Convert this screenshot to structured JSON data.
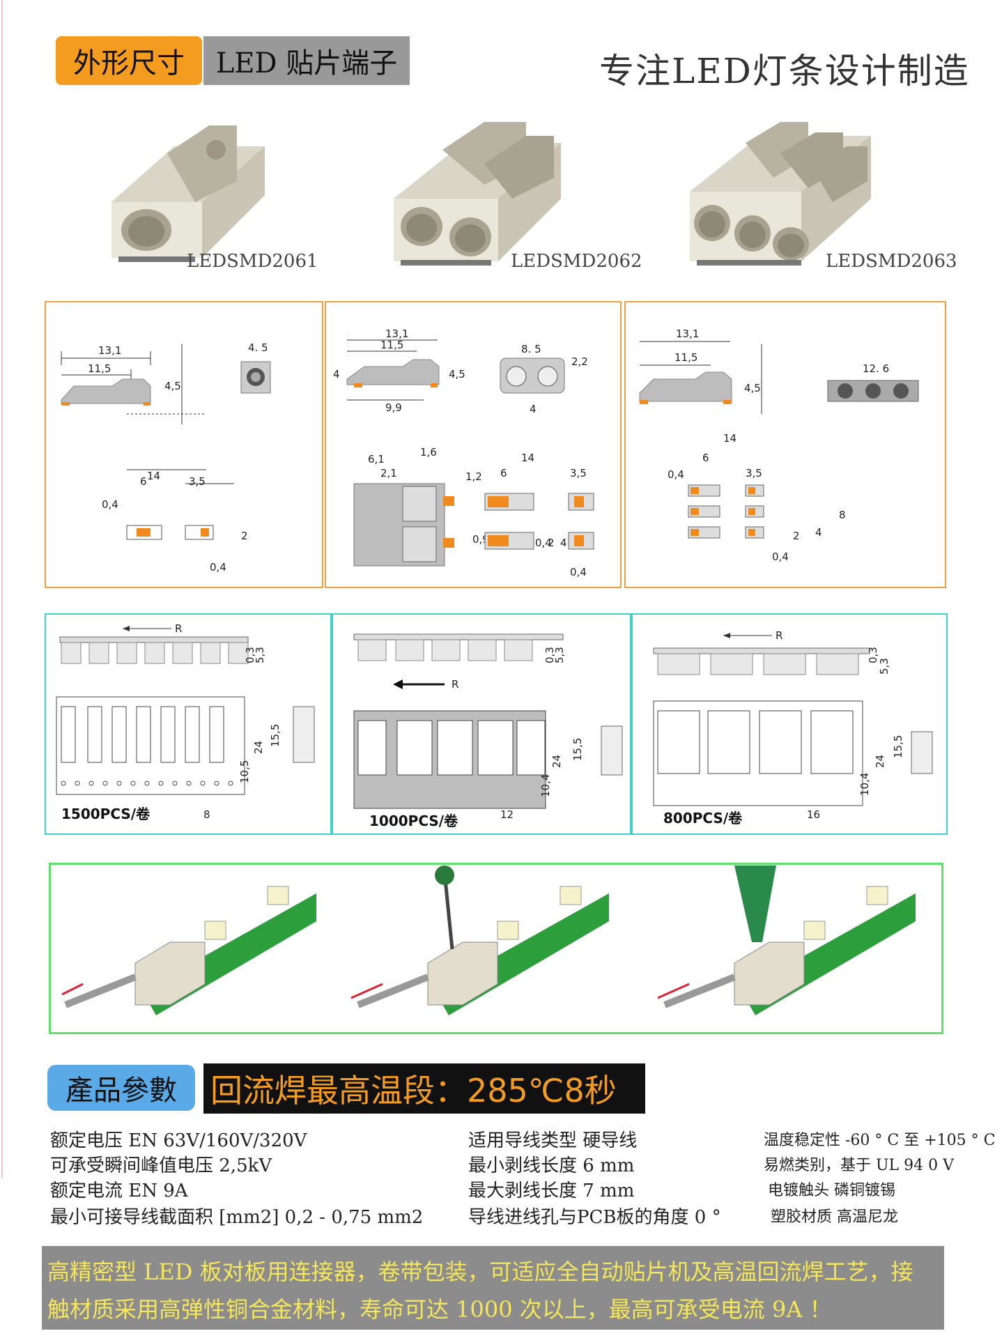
{
  "header": {
    "badge_left": "外形尺寸",
    "badge_right": "LED 贴片端子",
    "slogan": "专注LED灯条设计制造"
  },
  "products": [
    {
      "model": "LEDSMD2061"
    },
    {
      "model": "LEDSMD2062"
    },
    {
      "model": "LEDSMD2063"
    }
  ],
  "dims": {
    "p1": {
      "a": "13,1",
      "b": "11,5",
      "h": "4,5",
      "w": "4. 5",
      "pitch_total": "14",
      "pad_a": "6",
      "pad_b": "3,5",
      "pad_c": "0,4",
      "pad_h": "2",
      "pad_d": "0,4"
    },
    "p2": {
      "a": "13,1",
      "b": "11,5",
      "c": "9,9",
      "h": "4,5",
      "h2": "4",
      "w": "8. 5",
      "w_h": "2,2",
      "w_p": "4",
      "s1": "6,1",
      "s2": "2,1",
      "s3": "1,6",
      "s4": "1,2",
      "s5": "0,95",
      "pad_total": "14",
      "pad_a": "6",
      "pad_b": "3,5",
      "pad_c": "0,4",
      "pad_d": "2",
      "pad_e": "4",
      "pad_f": "0,4"
    },
    "p3": {
      "a": "13,1",
      "b": "11,5",
      "h": "4,5",
      "w": "12. 6",
      "pad_total": "14",
      "pad_a": "6",
      "pad_b": "3,5",
      "pad_c": "0,4",
      "pad_d": "8",
      "pad_e": "4",
      "pad_f": "2",
      "pad_g": "0,4"
    }
  },
  "tape": [
    {
      "pcs": "1500PCS/卷",
      "dir": "R",
      "t1": "0,3",
      "t2": "5,3",
      "w1": "15,5",
      "w2": "24",
      "w3": "10,5",
      "pitch": "8"
    },
    {
      "pcs": "1000PCS/卷",
      "dir": "R",
      "t1": "0,3",
      "t2": "5,3",
      "w1": "15,5",
      "w2": "24",
      "w3": "10,4",
      "pitch": "12"
    },
    {
      "pcs": "800PCS/卷",
      "dir": "R",
      "t1": "0,3",
      "t2": "5,3",
      "w1": "15,5",
      "w2": "24",
      "w3": "10,4",
      "pitch": "16"
    }
  ],
  "params": {
    "badge": "產品參數",
    "reflow": "回流焊最高温段：285℃8秒",
    "left": [
      "额定电压 EN 63V/160V/320V",
      "可承受瞬间峰值电压 2,5kV",
      "额定电流 EN 9A",
      "最小可接导线截面积 [mm2] 0,2 - 0,75 mm2"
    ],
    "middle": [
      "适用导线类型 硬导线",
      "最小剥线长度 6 mm",
      "最大剥线长度 7 mm",
      "导线进线孔与PCB板的角度 0 °"
    ],
    "right": [
      "温度稳定性 -60 ° C 至 +105 ° C",
      "易燃类别，基于 UL 94 0 V",
      "电镀触头 磷铜镀锡",
      "塑胶材质 高温尼龙"
    ]
  },
  "banner": {
    "line1": "高精密型 LED 板对板用连接器，卷带包装，可适应全自动贴片机及高温回流焊工艺，接",
    "line2": "触材质采用高弹性铜合金材料，寿命可达 1000 次以上，最高可承受电流 9A ！"
  }
}
